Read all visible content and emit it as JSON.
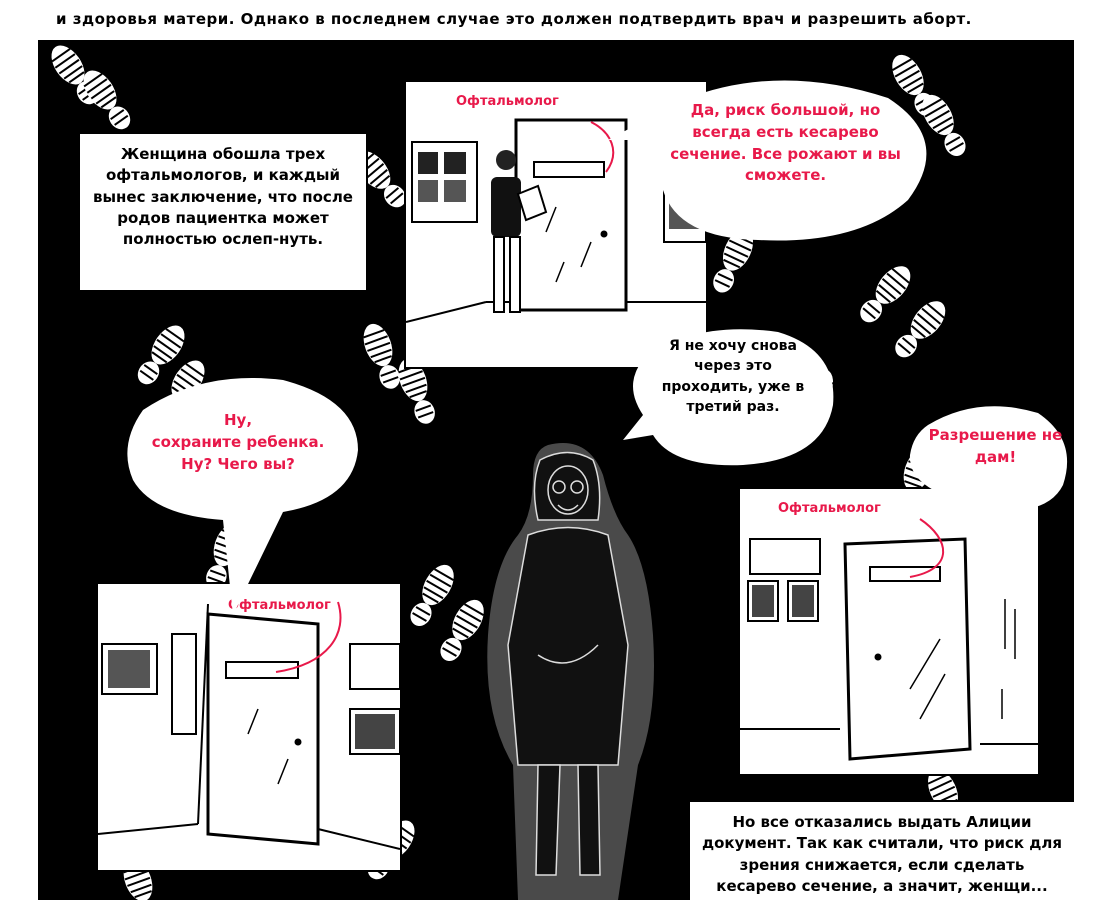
{
  "top_caption": {
    "line1": "",
    "line2": "и здоровья матери. Однако в последнем случае это должен подтвердить врач и разрешить аборт."
  },
  "caption_left": "Женщина обошла трех офтальмологов, и каждый вынес заключение, что после родов пациентка может полностью ослеп-нуть.",
  "caption_bottom": "Но все отказались выдать Алиции документ. Так как считали, что риск для зрения снижается, если сделать кесарево сечение, а значит, женщи...",
  "panel_top": {
    "sign": "Офтальмолог",
    "bubble": "Да, риск большой, но всегда есть кесарево сечение. Все рожают и вы сможете."
  },
  "panel_bottom_left": {
    "sign": "Офтальмолог",
    "bubble_line1": "Ну,",
    "bubble_line2": "сохраните ребенка.",
    "bubble_line3": "Ну? Чего вы?"
  },
  "panel_bottom_right": {
    "sign": "Офтальмолог",
    "bubble": "Разрешение не дам!"
  },
  "woman_bubble": "Я не хочу снова через это проходить, уже в третий раз.",
  "colors": {
    "accent_red": "#e8194a",
    "background": "#000000",
    "panel": "#ffffff"
  }
}
